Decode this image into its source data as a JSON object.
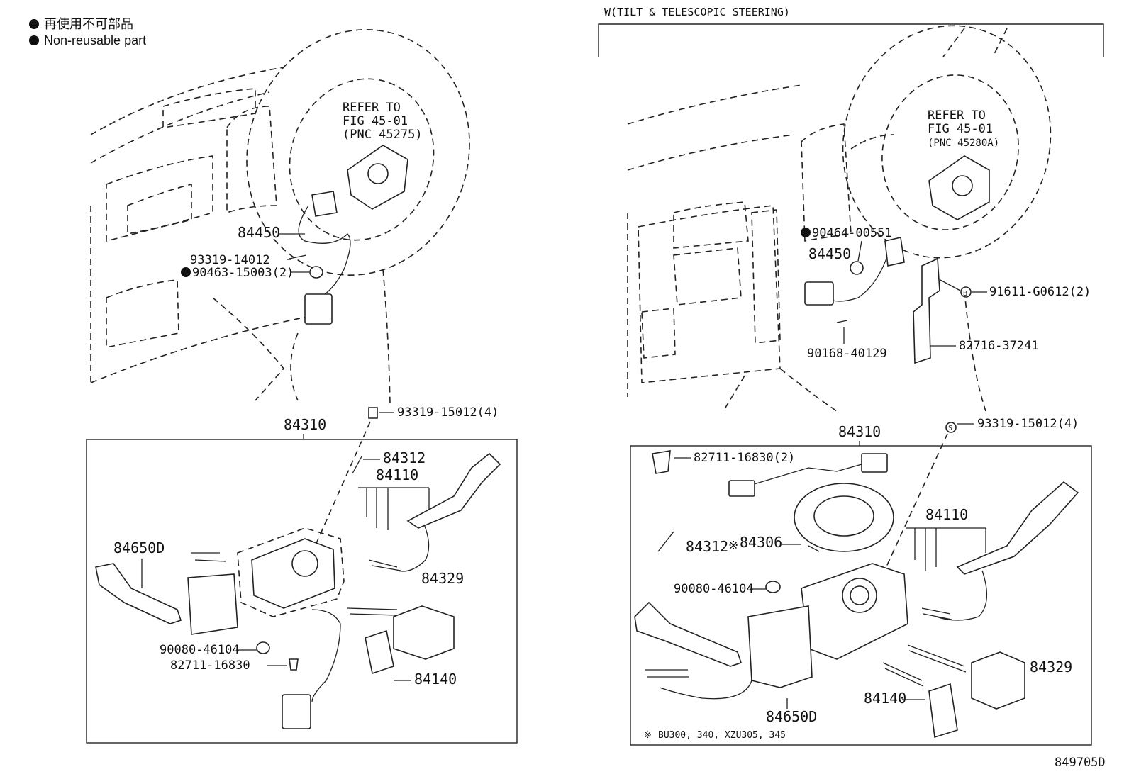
{
  "legend": {
    "jp": "再使用不可部品",
    "en": "Non-reusable part"
  },
  "right_header": "W(TILT & TELESCOPIC STEERING)",
  "left": {
    "refer_line1": "REFER TO",
    "refer_line2": "FIG 45-01",
    "refer_line3": "(PNC 45275)",
    "labels": {
      "p84450": "84450",
      "p93319_14012": "93319-14012",
      "p90463": "90463-15003(2)",
      "p84310": "84310",
      "p93319_15012": "93319-15012(4)",
      "p84312": "84312",
      "p84110": "84110",
      "p84650d": "84650D",
      "p84329": "84329",
      "p90080": "90080-46104",
      "p82711": "82711-16830",
      "p84140": "84140"
    }
  },
  "right": {
    "refer_line1": "REFER TO",
    "refer_line2": "FIG 45-01",
    "refer_line3": "(PNC 45280A)",
    "labels": {
      "p90464": "90464-00551",
      "p84450": "84450",
      "p91611": "91611-G0612(2)",
      "p82716": "82716-37241",
      "p90168": "90168-40129",
      "p84310": "84310",
      "p93319_15012": "93319-15012(4)",
      "p82711": "82711-16830(2)",
      "p84110": "84110",
      "p84312": "84312",
      "p84306": "84306",
      "p90080": "90080-46104",
      "p84329": "84329",
      "p84140": "84140",
      "p84650d": "84650D"
    },
    "footnote": "BU300, 340, XZU305, 345",
    "ref_mark": "※",
    "badge_b": "B",
    "badge_s": "S"
  },
  "drawing_number": "849705D",
  "colors": {
    "ink": "#111111",
    "background": "#ffffff"
  }
}
